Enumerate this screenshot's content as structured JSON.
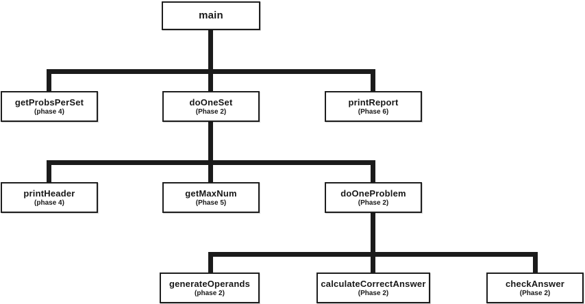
{
  "diagram": {
    "type": "structure-chart",
    "colors": {
      "line": "#1b1b1b",
      "box_border": "#1d1d1d",
      "box_background": "#ffffff",
      "text": "#171717",
      "page_background": "#ffffff"
    },
    "nodes": [
      {
        "name": "main",
        "phase": ""
      },
      {
        "name": "getProbsPerSet",
        "phase": "(phase 4)"
      },
      {
        "name": "doOneSet",
        "phase": "(Phase 2)"
      },
      {
        "name": "printReport",
        "phase": "(Phase 6)"
      },
      {
        "name": "printHeader",
        "phase": "(phase 4)"
      },
      {
        "name": "getMaxNum",
        "phase": "(Phase 5)"
      },
      {
        "name": "doOneProblem",
        "phase": "(Phase 2)"
      },
      {
        "name": "generateOperands",
        "phase": "(phase 2)"
      },
      {
        "name": "calculateCorrectAnswer",
        "phase": "(Phase 2)"
      },
      {
        "name": "checkAnswer",
        "phase": "(Phase 2)"
      }
    ],
    "edges": [
      {
        "from": "main",
        "to": [
          "getProbsPerSet",
          "doOneSet",
          "printReport"
        ]
      },
      {
        "from": "doOneSet",
        "to": [
          "printHeader",
          "getMaxNum",
          "doOneProblem"
        ]
      },
      {
        "from": "doOneProblem",
        "to": [
          "generateOperands",
          "calculateCorrectAnswer",
          "checkAnswer"
        ]
      }
    ]
  }
}
